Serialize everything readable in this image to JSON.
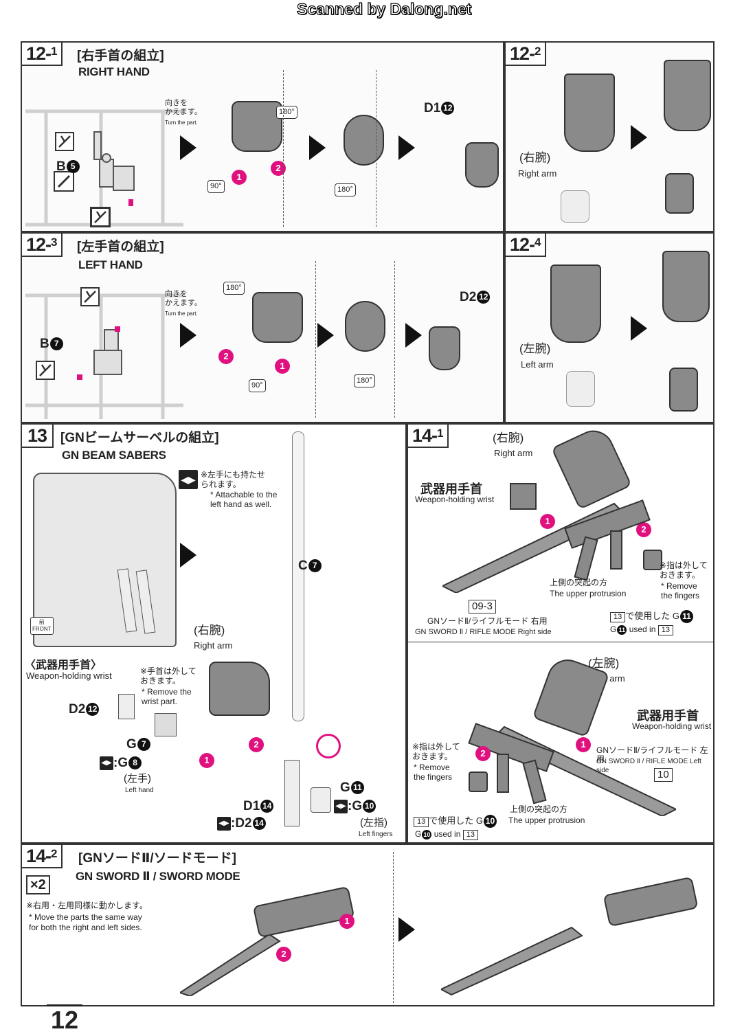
{
  "header": {
    "watermark": "Scanned by Dalong.net"
  },
  "page_number": "12",
  "step12_1": {
    "num": "12-",
    "sub": "1",
    "title_jp": "[右手首の組立]",
    "title_en": "RIGHT HAND",
    "part": "B",
    "part_num": "5",
    "turn_jp": "向きを\nかえます。",
    "turn_en": "Turn the part.",
    "deg180": "180°",
    "deg90": "90°",
    "deg180b": "180°",
    "step1": "1",
    "step2": "2",
    "part_d1": "D1",
    "part_d1_num": "12"
  },
  "step12_2": {
    "num": "12-",
    "sub": "2",
    "arm_jp": "(右腕)",
    "arm_en": "Right arm"
  },
  "step12_3": {
    "num": "12-",
    "sub": "3",
    "title_jp": "[左手首の組立]",
    "title_en": "LEFT HAND",
    "part": "B",
    "part_num": "7",
    "turn_jp": "向きを\nかえます。",
    "turn_en": "Turn the part.",
    "deg180": "180°",
    "deg90": "90°",
    "deg180b": "180°",
    "step1": "1",
    "step2": "2",
    "part_d2": "D2",
    "part_d2_num": "12"
  },
  "step12_4": {
    "num": "12-",
    "sub": "4",
    "arm_jp": "(左腕)",
    "arm_en": "Left arm"
  },
  "step13": {
    "num": "13",
    "title_jp": "[GNビームサーベルの組立]",
    "title_en": "GN BEAM SABERS",
    "note_jp": "※左手にも持たせ\nられます。",
    "note_en": "* Attachable to the\nleft hand as well.",
    "part_c": "C",
    "part_c_num": "7",
    "front_jp": "前",
    "front_en": "FRONT",
    "arm_jp": "(右腕)",
    "arm_en": "Right arm",
    "wrist_jp": "〈武器用手首〉",
    "wrist_en": "Weapon-holding wrist",
    "remove_jp": "※手首は外して\nおきます。",
    "remove_en": "* Remove the\nwrist part.",
    "d2": "D2",
    "d2_num": "12",
    "g": "G",
    "g_num": "7",
    "g_alt": ":G",
    "g_alt_num": "8",
    "left_hand_jp": "(左手)",
    "left_hand_en": "Left hand",
    "step1": "1",
    "step2": "2",
    "d1": "D1",
    "d1_num": "14",
    "d2b": ":D2",
    "d2b_num": "14",
    "g11": "G",
    "g11_num": "11",
    "g10": ":G",
    "g10_num": "10",
    "left_fingers_jp": "(左指)",
    "left_fingers_en": "Left fingers"
  },
  "step14_1": {
    "num": "14-",
    "sub": "1",
    "arm_jp": "(右腕)",
    "arm_en": "Right arm",
    "wrist_jp": "武器用手首",
    "wrist_en": "Weapon-holding wrist",
    "step1": "1",
    "step2": "2",
    "remove_jp": "※指は外して\nおきます。",
    "remove_en": "* Remove\nthe fingers",
    "protrusion_jp": "上側の突起の方",
    "protrusion_en": "The upper protrusion",
    "ref": "09-3",
    "sword_jp": "GNソードⅡ/ライフルモード 右用",
    "sword_en": "GN SWORD Ⅱ / RIFLE MODE Right side",
    "used_box": "13",
    "used_jp": "で使用した G",
    "used_num": "11",
    "used_en_g": "G",
    "used_en": "used in",
    "used_en_box": "13"
  },
  "step14_1b": {
    "arm_jp": "(左腕)",
    "arm_en": "Left arm",
    "wrist_jp": "武器用手首",
    "wrist_en": "Weapon-holding wrist",
    "step1": "1",
    "step2": "2",
    "sword_jp": "GNソードⅡ/ライフルモード 左用",
    "sword_en": "GN SWORD Ⅱ / RIFLE MODE Left side",
    "ref": "10",
    "remove_jp": "※指は外して\nおきます。",
    "remove_en": "* Remove\nthe fingers",
    "protrusion_jp": "上側の突起の方",
    "protrusion_en": "The upper protrusion",
    "used_box": "13",
    "used_jp": "で使用した G",
    "used_num": "10",
    "used_en_g": "G",
    "used_en": "used in",
    "used_en_box": "13"
  },
  "step14_2": {
    "num": "14-",
    "sub": "2",
    "title_jp": "[GNソードⅡ/ソードモード]",
    "title_en": "GN SWORD Ⅱ / SWORD MODE",
    "x2": "×2",
    "note_jp": "※右用・左用同様に動かします。",
    "note_en": "* Move the parts the same way\nfor both the right and left sides.",
    "step1": "1",
    "step2": "2"
  },
  "colors": {
    "accent": "#e0117f",
    "gray": "#7a7a7a",
    "line": "#333333"
  }
}
